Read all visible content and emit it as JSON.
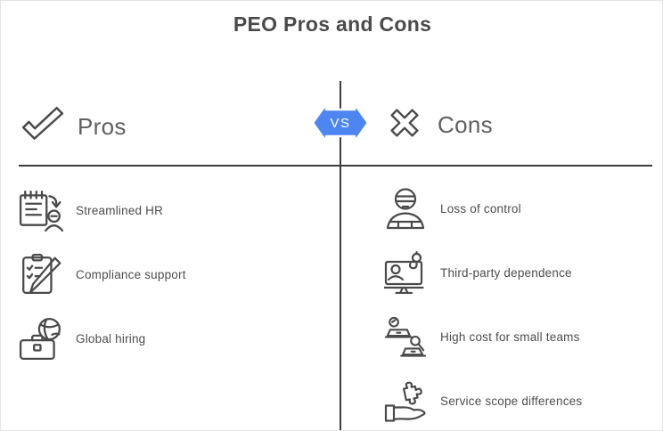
{
  "title": "PEO Pros and Cons",
  "vs_badge": {
    "label": "VS",
    "color": "#4d86f0"
  },
  "pros": {
    "header": "Pros",
    "header_icon": "check-icon",
    "items": [
      {
        "label": "Streamlined HR",
        "icon": "clipboard-arrow-person-icon"
      },
      {
        "label": "Compliance support",
        "icon": "clipboard-pencil-icon"
      },
      {
        "label": "Global hiring",
        "icon": "briefcase-globe-icon"
      }
    ]
  },
  "cons": {
    "header": "Cons",
    "header_icon": "cross-icon",
    "items": [
      {
        "label": "Loss of control",
        "icon": "blindfolded-person-icon"
      },
      {
        "label": "Third-party dependence",
        "icon": "monitor-hook-icon"
      },
      {
        "label": "High cost for small teams",
        "icon": "two-workers-laptops-icon"
      },
      {
        "label": "Service scope differences",
        "icon": "hand-puzzle-icon"
      }
    ]
  },
  "colors": {
    "accent_blue": "#4d86f0",
    "text_dark": "#4a4a4a",
    "divider": "#3d3d3d"
  }
}
